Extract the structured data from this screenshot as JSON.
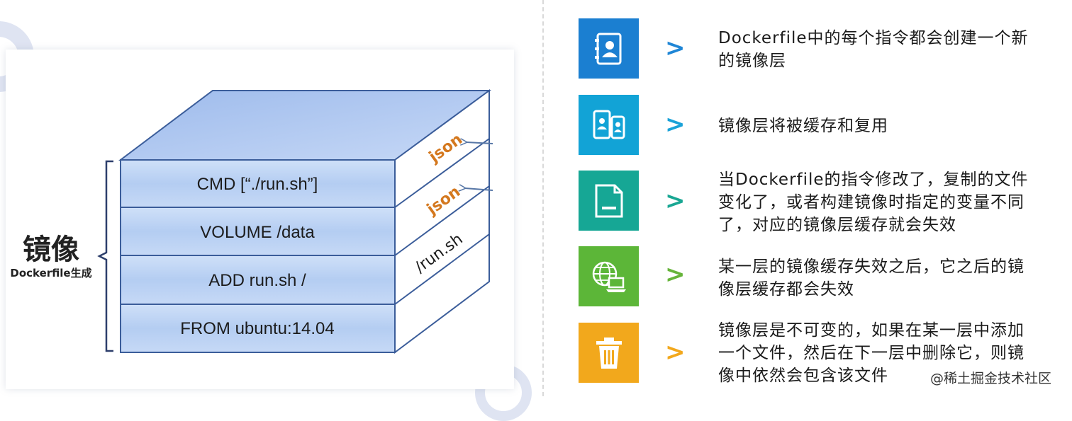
{
  "diagram": {
    "brace_title": "镜像",
    "brace_subtitle": "Dockerfile生成",
    "layers": [
      "CMD [“./run.sh”]",
      "VOLUME /data",
      "ADD run.sh /",
      "FROM ubuntu:14.04"
    ],
    "side_labels": [
      "json",
      "json",
      "/run.sh"
    ]
  },
  "features": [
    {
      "icon": "address-book-icon",
      "color": "#1b7fd1",
      "chevron_color": "#1f86d6",
      "lines": [
        "Dockerfile中的每个指令都会创建一个新",
        "的镜像层"
      ]
    },
    {
      "icon": "mobile-users-icon",
      "color": "#12a3d6",
      "chevron_color": "#1aa2d8",
      "lines": [
        "镜像层将被缓存和复用"
      ]
    },
    {
      "icon": "document-icon",
      "color": "#16a795",
      "chevron_color": "#19a793",
      "lines": [
        "当Dockerfile的指令修改了，复制的文件",
        "变化了，或者构建镜像时指定的变量不同",
        "了，对应的镜像层缓存就会失效"
      ]
    },
    {
      "icon": "globe-laptop-icon",
      "color": "#5cb638",
      "chevron_color": "#66b43a",
      "lines": [
        "某一层的镜像缓存失效之后，它之后的镜",
        "像层缓存都会失效"
      ]
    },
    {
      "icon": "trash-icon",
      "color": "#f2a81c",
      "chevron_color": "#f2a81c",
      "lines": [
        "镜像层是不可变的，如果在某一层中添加",
        "一个文件，然后在下一层中删除它，则镜",
        "像中依然会包含该文件"
      ]
    }
  ],
  "watermark": "@稀土掘金技术社区"
}
